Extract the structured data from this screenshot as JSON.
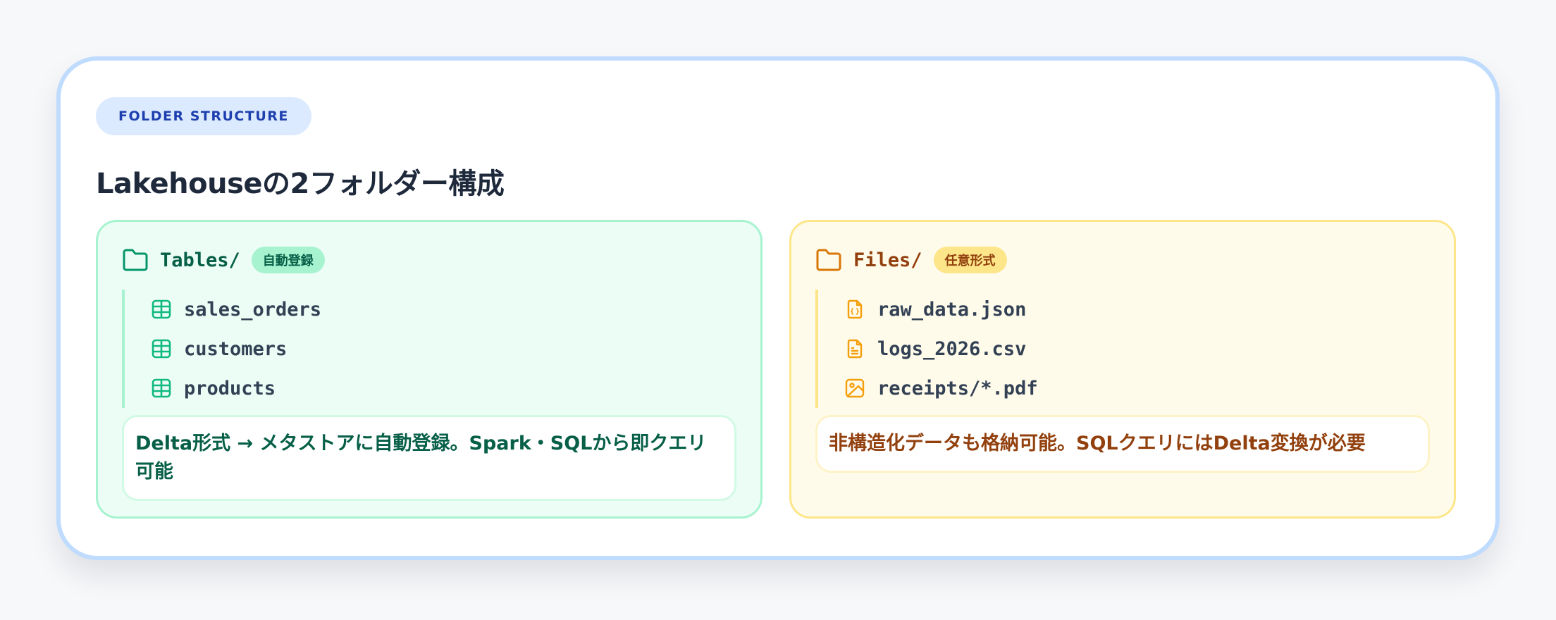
{
  "header": {
    "eyebrow": "FOLDER STRUCTURE",
    "title": "Lakehouseの2フォルダー構成"
  },
  "panels": [
    {
      "folder": "Tables/",
      "folder_icon": "folder-icon",
      "tag": "自動登録",
      "accent": "#10b981",
      "items": [
        {
          "name": "sales_orders",
          "icon": "table-icon"
        },
        {
          "name": "customers",
          "icon": "table-icon"
        },
        {
          "name": "products",
          "icon": "table-icon"
        }
      ],
      "note": "Delta形式 → メタストアに自動登録。Spark・SQLから即クエリ可能"
    },
    {
      "folder": "Files/",
      "folder_icon": "folder-icon",
      "tag": "任意形式",
      "accent": "#f59e0b",
      "items": [
        {
          "name": "raw_data.json",
          "icon": "json-file-icon"
        },
        {
          "name": "logs_2026.csv",
          "icon": "text-file-icon"
        },
        {
          "name": "receipts/*.pdf",
          "icon": "image-file-icon"
        }
      ],
      "note": "非構造化データも格納可能。SQLクエリにはDelta変換が必要"
    }
  ]
}
